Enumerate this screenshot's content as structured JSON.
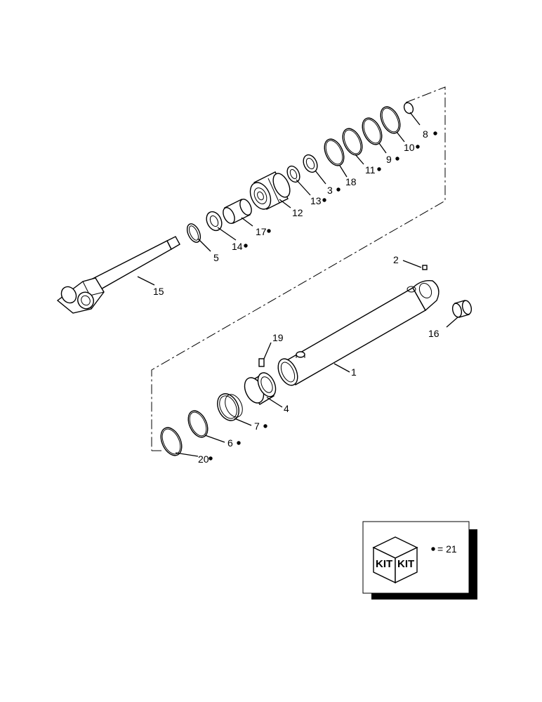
{
  "callouts": [
    {
      "id": "c1",
      "num": "1",
      "kit": false
    },
    {
      "id": "c2",
      "num": "2",
      "kit": false
    },
    {
      "id": "c3",
      "num": "3",
      "kit": true
    },
    {
      "id": "c4",
      "num": "4",
      "kit": false
    },
    {
      "id": "c5",
      "num": "5",
      "kit": false
    },
    {
      "id": "c6",
      "num": "6",
      "kit": true
    },
    {
      "id": "c7",
      "num": "7",
      "kit": true
    },
    {
      "id": "c8",
      "num": "8",
      "kit": true
    },
    {
      "id": "c9",
      "num": "9",
      "kit": true
    },
    {
      "id": "c10",
      "num": "10",
      "kit": true
    },
    {
      "id": "c11",
      "num": "11",
      "kit": true
    },
    {
      "id": "c12",
      "num": "12",
      "kit": false
    },
    {
      "id": "c13",
      "num": "13",
      "kit": true
    },
    {
      "id": "c14",
      "num": "14",
      "kit": true
    },
    {
      "id": "c15",
      "num": "15",
      "kit": false
    },
    {
      "id": "c16",
      "num": "16",
      "kit": false
    },
    {
      "id": "c17",
      "num": "17",
      "kit": true
    },
    {
      "id": "c18",
      "num": "18",
      "kit": false
    },
    {
      "id": "c19",
      "num": "19",
      "kit": false
    },
    {
      "id": "c20",
      "num": "20",
      "kit": true
    }
  ],
  "legend": {
    "kit_face_left": "KIT",
    "kit_face_right": "KIT",
    "kit_equals": "= 21"
  }
}
